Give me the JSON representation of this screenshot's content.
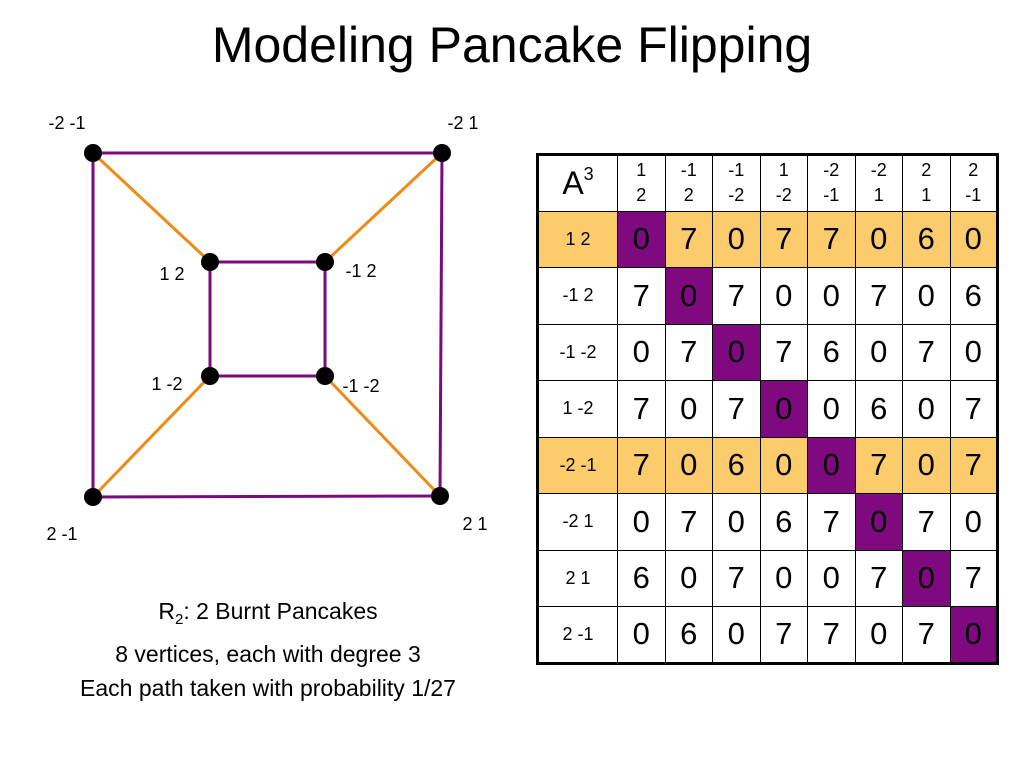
{
  "title": "Modeling Pancake Flipping",
  "graph": {
    "edge_colors": {
      "cycle": "#7b0a7f",
      "cross": "#f08a16"
    },
    "vertex_color": "#000000",
    "vertices": [
      {
        "id": "outer_tl",
        "label": "-2 -1"
      },
      {
        "id": "outer_tr",
        "label": "-2 1"
      },
      {
        "id": "outer_br",
        "label": "2 1"
      },
      {
        "id": "outer_bl",
        "label": "2 -1"
      },
      {
        "id": "inner_tl",
        "label": "1 2"
      },
      {
        "id": "inner_tr",
        "label": "-1 2"
      },
      {
        "id": "inner_br",
        "label": "-1 -2"
      },
      {
        "id": "inner_bl",
        "label": "1 -2"
      }
    ],
    "edges": [
      {
        "from": "outer_tl",
        "to": "outer_tr",
        "kind": "cycle"
      },
      {
        "from": "outer_tr",
        "to": "outer_br",
        "kind": "cycle"
      },
      {
        "from": "outer_br",
        "to": "outer_bl",
        "kind": "cycle"
      },
      {
        "from": "outer_bl",
        "to": "outer_tl",
        "kind": "cycle"
      },
      {
        "from": "inner_tl",
        "to": "inner_tr",
        "kind": "cycle"
      },
      {
        "from": "inner_tr",
        "to": "inner_br",
        "kind": "cycle"
      },
      {
        "from": "inner_br",
        "to": "inner_bl",
        "kind": "cycle"
      },
      {
        "from": "inner_bl",
        "to": "inner_tl",
        "kind": "cycle"
      },
      {
        "from": "outer_tl",
        "to": "inner_tl",
        "kind": "cross"
      },
      {
        "from": "outer_tr",
        "to": "inner_tr",
        "kind": "cross"
      },
      {
        "from": "outer_br",
        "to": "inner_br",
        "kind": "cross"
      },
      {
        "from": "outer_bl",
        "to": "inner_bl",
        "kind": "cross"
      }
    ]
  },
  "caption": {
    "line1_main": "R",
    "line1_sub": "2",
    "line1_rest": ": 2 Burnt Pancakes",
    "line2": "8 vertices, each with degree 3",
    "line3": "Each path taken with probability 1/27"
  },
  "matrix": {
    "corner_main": "A",
    "corner_sup": "3",
    "highlight_color": "#fccb6c",
    "diagonal_color": "#7f0a80",
    "col_headers": [
      [
        "1",
        "2"
      ],
      [
        "-1",
        "2"
      ],
      [
        "-1",
        "-2"
      ],
      [
        "1",
        "-2"
      ],
      [
        "-2",
        "-1"
      ],
      [
        "-2",
        "1"
      ],
      [
        "2",
        "1"
      ],
      [
        "2",
        "-1"
      ]
    ],
    "row_headers": [
      "1 2",
      "-1 2",
      "-1 -2",
      "1 -2",
      "-2 -1",
      "-2 1",
      "2 1",
      "2 -1"
    ],
    "highlighted_rows": [
      0,
      4
    ],
    "rows": [
      [
        "0",
        "7",
        "0",
        "7",
        "7",
        "0",
        "6",
        "0"
      ],
      [
        "7",
        "0",
        "7",
        "0",
        "0",
        "7",
        "0",
        "6"
      ],
      [
        "0",
        "7",
        "0",
        "7",
        "6",
        "0",
        "7",
        "0"
      ],
      [
        "7",
        "0",
        "7",
        "0",
        "0",
        "6",
        "0",
        "7"
      ],
      [
        "7",
        "0",
        "6",
        "0",
        "0",
        "7",
        "0",
        "7"
      ],
      [
        "0",
        "7",
        "0",
        "6",
        "7",
        "0",
        "7",
        "0"
      ],
      [
        "6",
        "0",
        "7",
        "0",
        "0",
        "7",
        "0",
        "7"
      ],
      [
        "0",
        "6",
        "0",
        "7",
        "7",
        "0",
        "7",
        "0"
      ]
    ]
  }
}
